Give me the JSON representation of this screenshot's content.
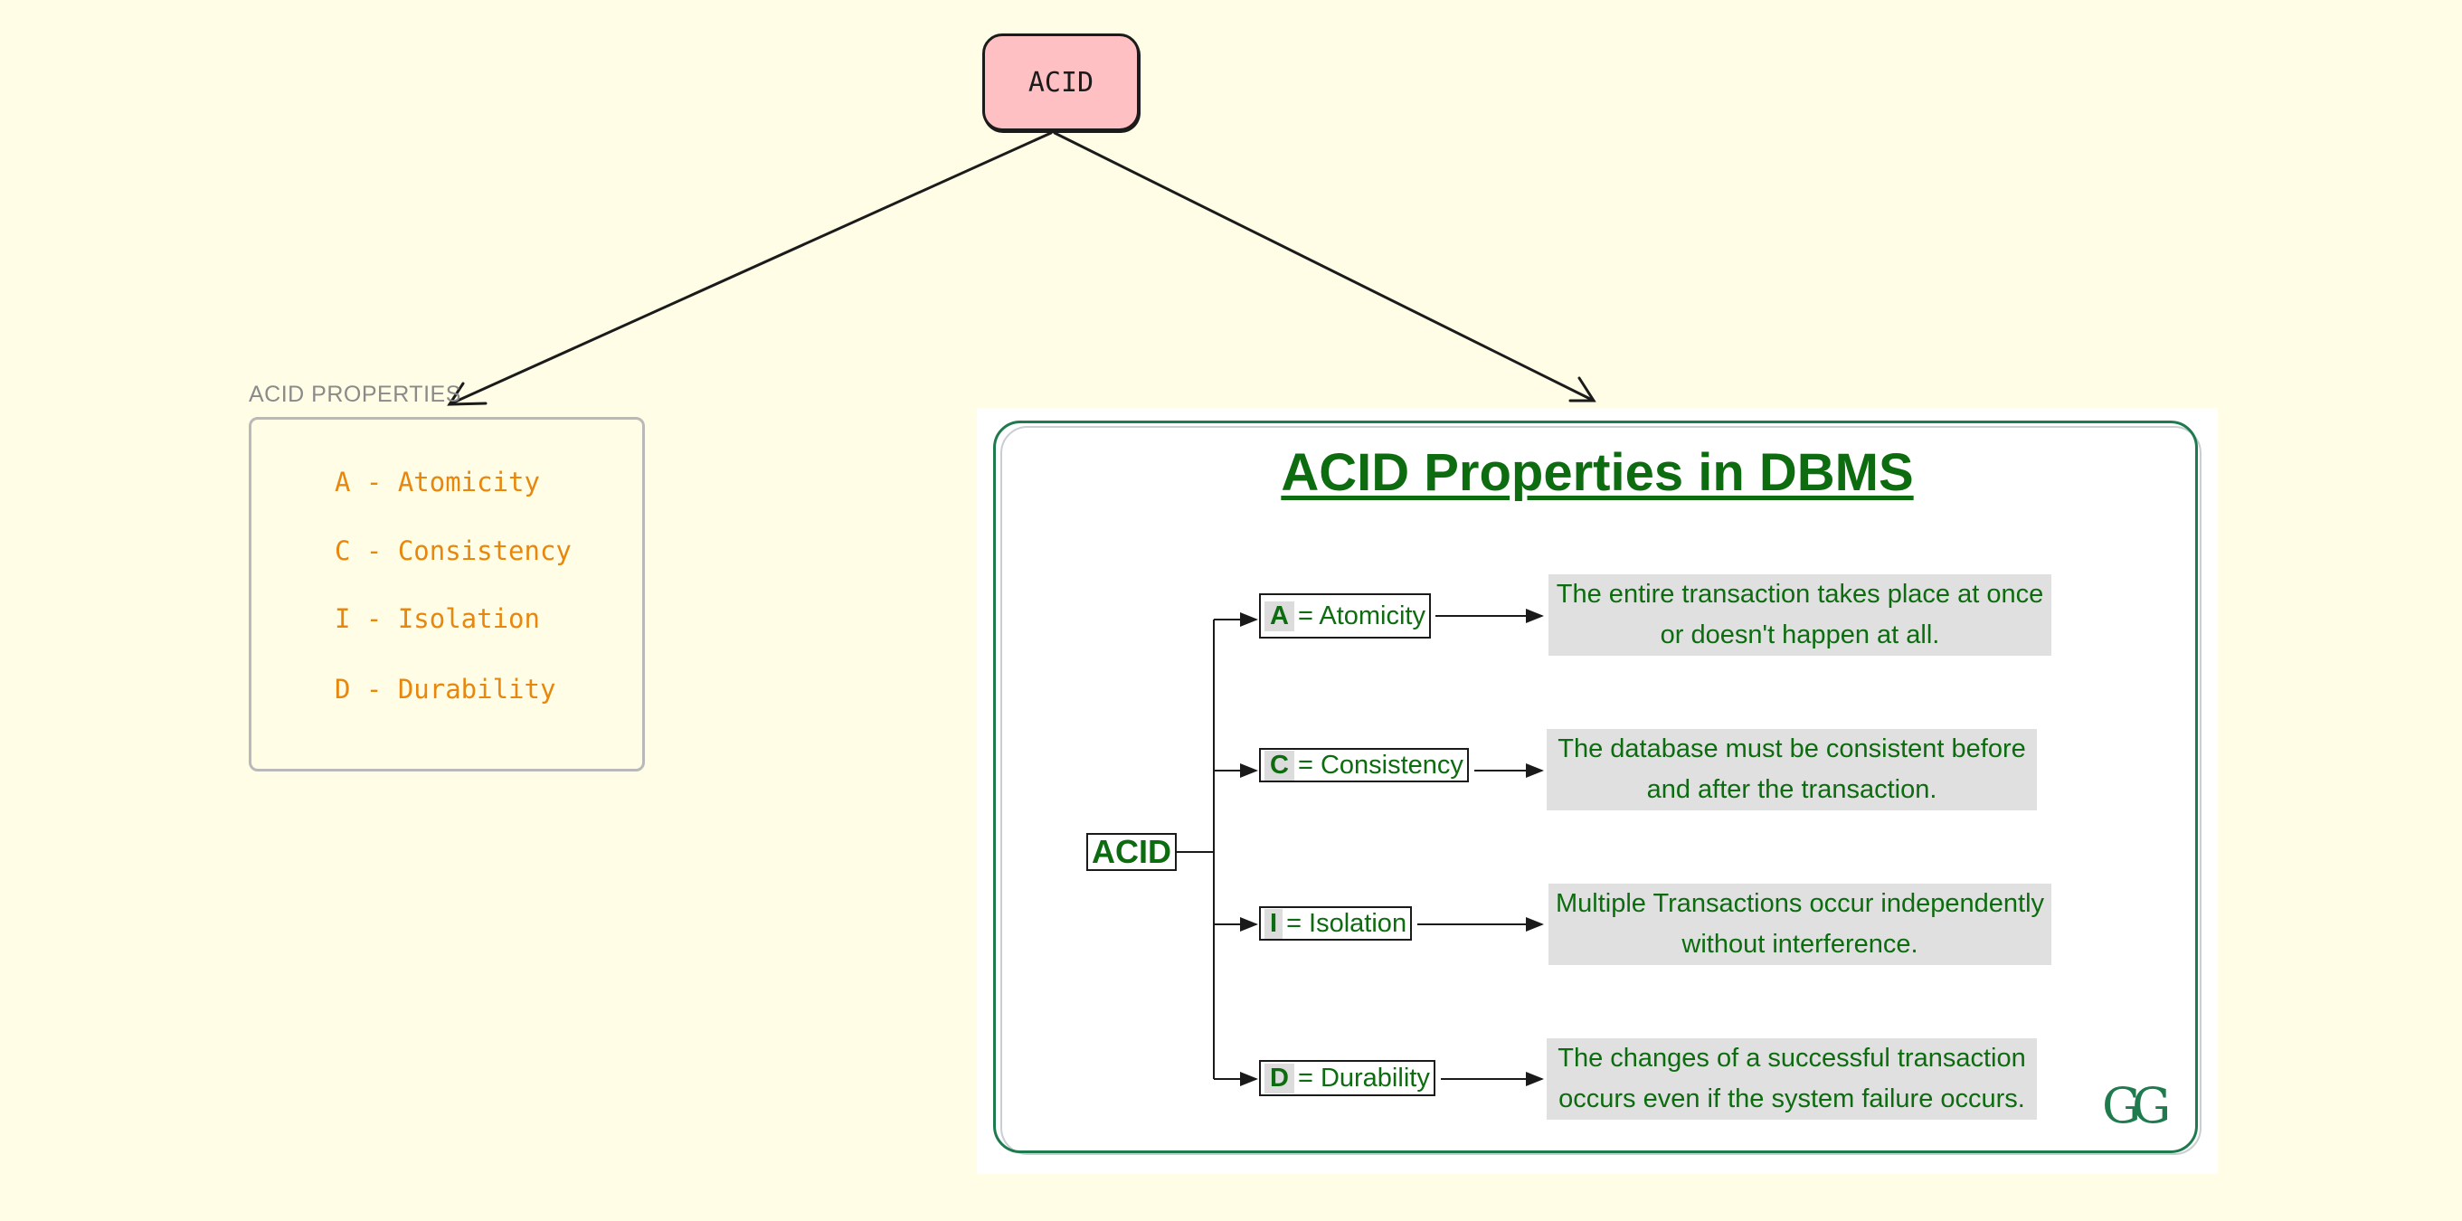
{
  "root": {
    "label": "ACID"
  },
  "frame": {
    "label": "ACID PROPERTIES",
    "items": [
      "A - Atomicity",
      "C - Consistency",
      "I - Isolation",
      "D - Durability"
    ]
  },
  "card": {
    "title": "ACID Properties in DBMS",
    "center": "ACID",
    "rows": [
      {
        "letter": "A",
        "term": "= Atomicity",
        "desc1": "The entire transaction takes place at once",
        "desc2": "or doesn't happen at all."
      },
      {
        "letter": "C",
        "term": "= Consistency",
        "desc1": "The database must be consistent before",
        "desc2": "and after the transaction."
      },
      {
        "letter": "I",
        "term": "= Isolation",
        "desc1": "Multiple Transactions occur independently",
        "desc2": "without interference."
      },
      {
        "letter": "D",
        "term": "= Durability",
        "desc1": "The changes of a successful transaction",
        "desc2": "occurs even if the system failure occurs."
      }
    ],
    "logo": "GG"
  },
  "colors": {
    "background": "#fffde5",
    "root_fill": "#ffc0c3",
    "frame_text": "#e8870e",
    "card_green": "#0d6b10"
  }
}
